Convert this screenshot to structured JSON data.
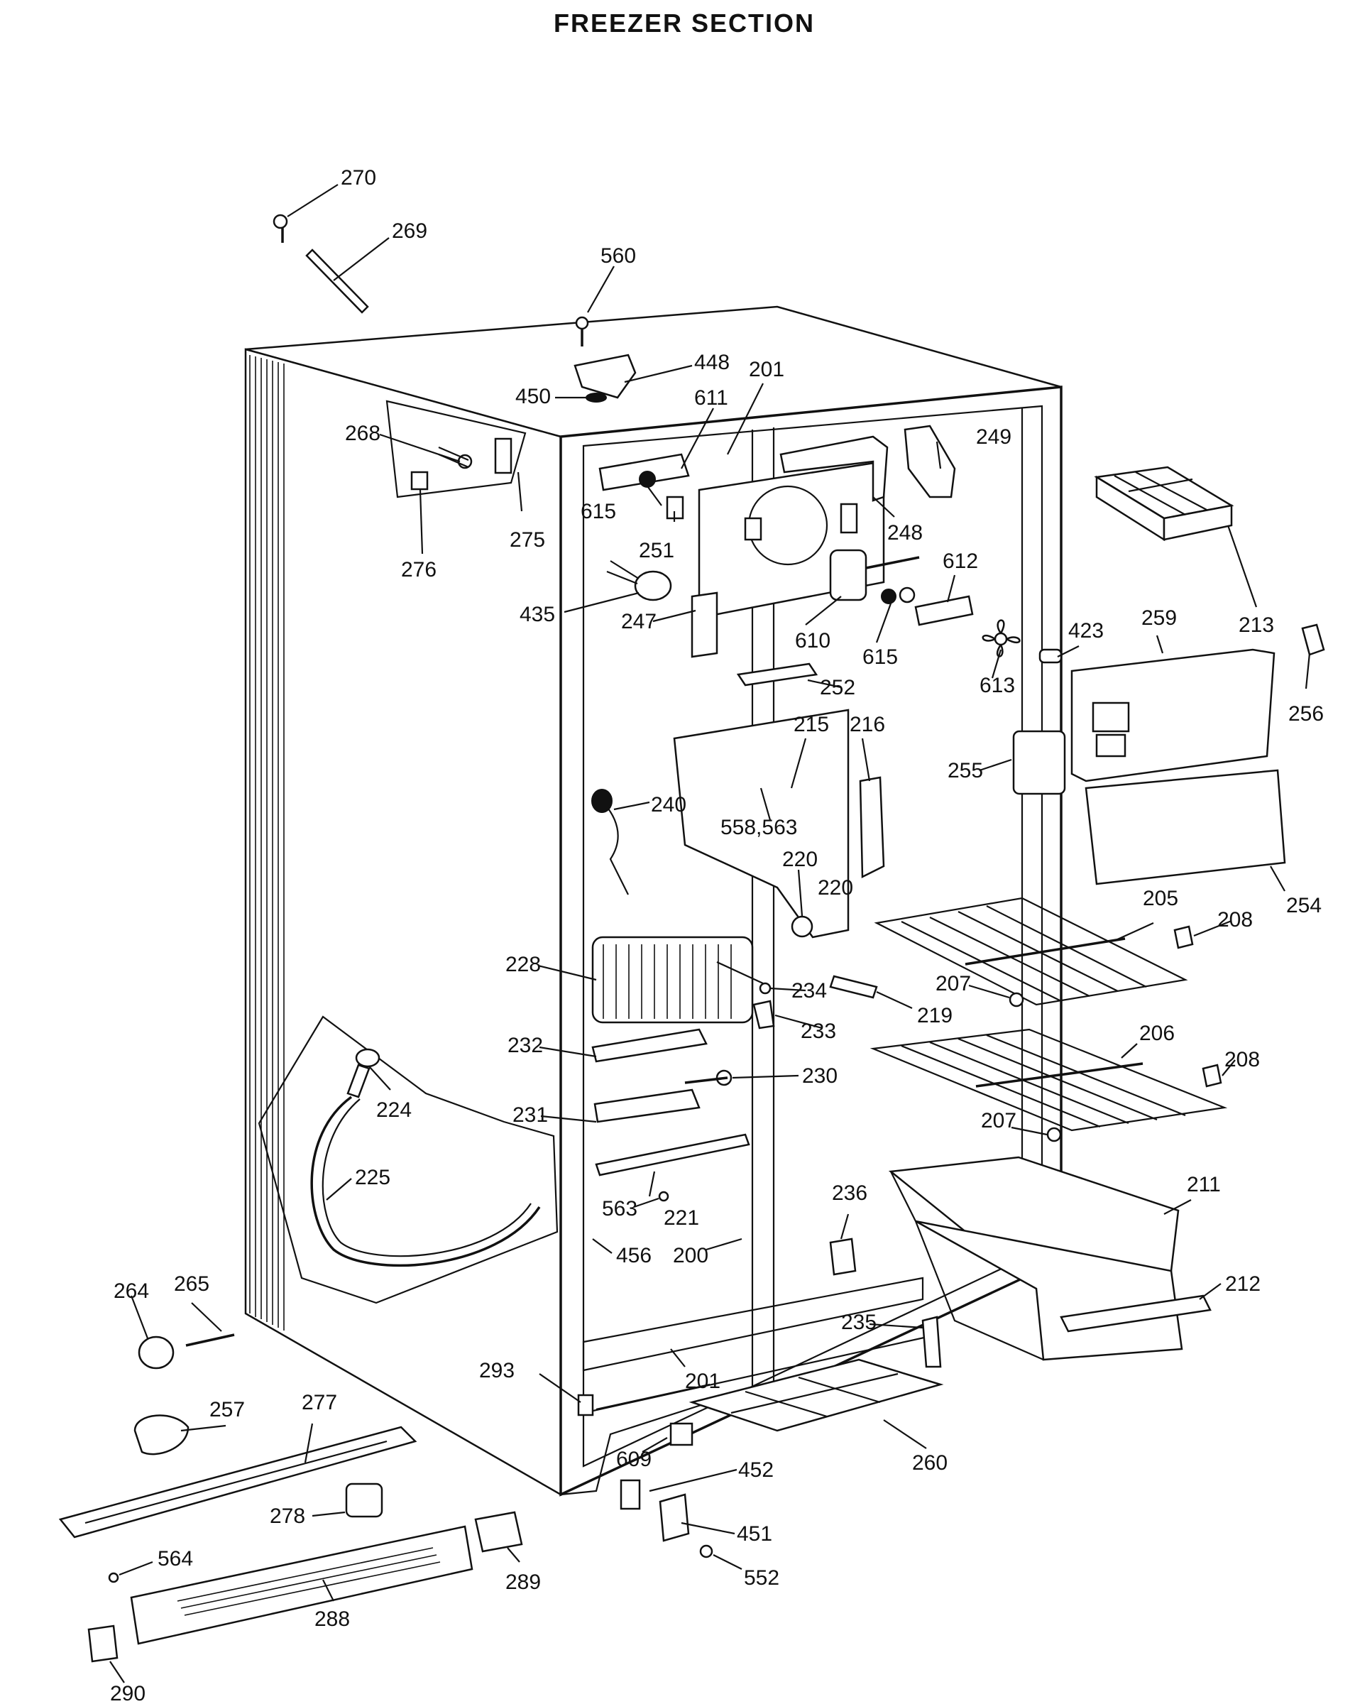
{
  "title": "FREEZER SECTION",
  "callouts": [
    {
      "id": "c270",
      "label": "270"
    },
    {
      "id": "c269",
      "label": "269"
    },
    {
      "id": "c560",
      "label": "560"
    },
    {
      "id": "c448",
      "label": "448"
    },
    {
      "id": "c450",
      "label": "450"
    },
    {
      "id": "c201a",
      "label": "201"
    },
    {
      "id": "c611",
      "label": "611"
    },
    {
      "id": "c249",
      "label": "249"
    },
    {
      "id": "c268",
      "label": "268"
    },
    {
      "id": "c615a",
      "label": "615"
    },
    {
      "id": "c251",
      "label": "251"
    },
    {
      "id": "c248",
      "label": "248"
    },
    {
      "id": "c275",
      "label": "275"
    },
    {
      "id": "c276",
      "label": "276"
    },
    {
      "id": "c612",
      "label": "612"
    },
    {
      "id": "c213",
      "label": "213"
    },
    {
      "id": "c435",
      "label": "435"
    },
    {
      "id": "c247",
      "label": "247"
    },
    {
      "id": "c610",
      "label": "610"
    },
    {
      "id": "c423",
      "label": "423"
    },
    {
      "id": "c259",
      "label": "259"
    },
    {
      "id": "c615b",
      "label": "615"
    },
    {
      "id": "c613",
      "label": "613"
    },
    {
      "id": "c256",
      "label": "256"
    },
    {
      "id": "c252",
      "label": "252"
    },
    {
      "id": "c215",
      "label": "215"
    },
    {
      "id": "c216",
      "label": "216"
    },
    {
      "id": "c255",
      "label": "255"
    },
    {
      "id": "c240",
      "label": "240"
    },
    {
      "id": "c558",
      "label": "558,563"
    },
    {
      "id": "c220a",
      "label": "220"
    },
    {
      "id": "c220b",
      "label": "220"
    },
    {
      "id": "c254",
      "label": "254"
    },
    {
      "id": "c205",
      "label": "205"
    },
    {
      "id": "c208a",
      "label": "208"
    },
    {
      "id": "c228",
      "label": "228"
    },
    {
      "id": "c234",
      "label": "234"
    },
    {
      "id": "c207a",
      "label": "207"
    },
    {
      "id": "c219",
      "label": "219"
    },
    {
      "id": "c233",
      "label": "233"
    },
    {
      "id": "c232",
      "label": "232"
    },
    {
      "id": "c206",
      "label": "206"
    },
    {
      "id": "c208b",
      "label": "208"
    },
    {
      "id": "c224",
      "label": "224"
    },
    {
      "id": "c230",
      "label": "230"
    },
    {
      "id": "c231",
      "label": "231"
    },
    {
      "id": "c207b",
      "label": "207"
    },
    {
      "id": "c225",
      "label": "225"
    },
    {
      "id": "c211",
      "label": "211"
    },
    {
      "id": "c236",
      "label": "236"
    },
    {
      "id": "c563",
      "label": "563"
    },
    {
      "id": "c221",
      "label": "221"
    },
    {
      "id": "c456",
      "label": "456"
    },
    {
      "id": "c200",
      "label": "200"
    },
    {
      "id": "c212",
      "label": "212"
    },
    {
      "id": "c264",
      "label": "264"
    },
    {
      "id": "c265",
      "label": "265"
    },
    {
      "id": "c235",
      "label": "235"
    },
    {
      "id": "c293",
      "label": "293"
    },
    {
      "id": "c201b",
      "label": "201"
    },
    {
      "id": "c257",
      "label": "257"
    },
    {
      "id": "c277",
      "label": "277"
    },
    {
      "id": "c260",
      "label": "260"
    },
    {
      "id": "c609",
      "label": "609"
    },
    {
      "id": "c452",
      "label": "452"
    },
    {
      "id": "c278",
      "label": "278"
    },
    {
      "id": "c451",
      "label": "451"
    },
    {
      "id": "c564",
      "label": "564"
    },
    {
      "id": "c552",
      "label": "552"
    },
    {
      "id": "c289",
      "label": "289"
    },
    {
      "id": "c288",
      "label": "288"
    },
    {
      "id": "c290",
      "label": "290"
    }
  ]
}
